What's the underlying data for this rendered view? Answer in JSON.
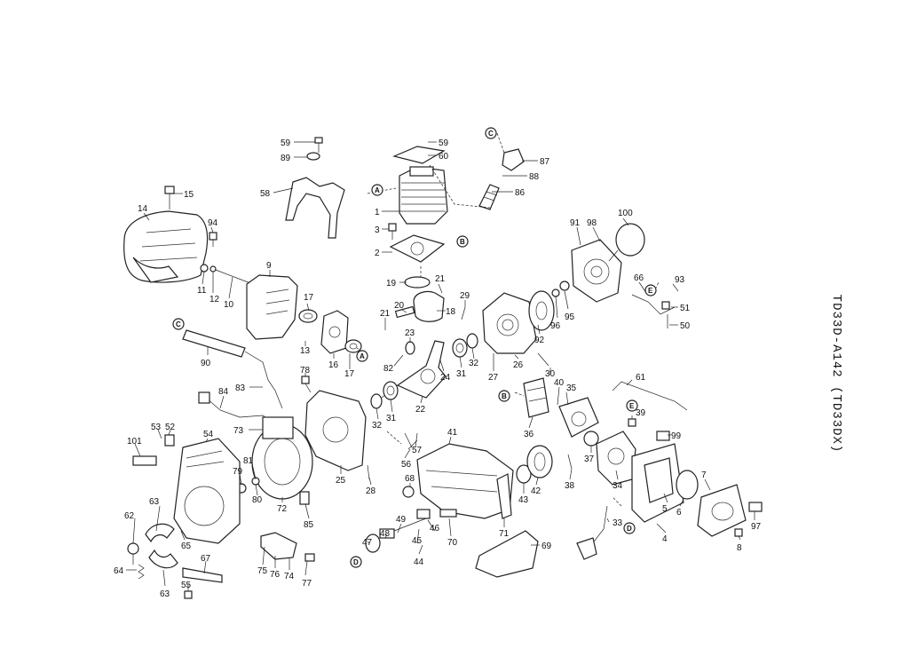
{
  "model_code": "TD33D-A142 (TD33DX)",
  "callouts": [
    "59",
    "89",
    "58",
    "59",
    "60",
    "87",
    "88",
    "86",
    "15",
    "14",
    "94",
    "1",
    "3",
    "2",
    "91",
    "98",
    "100",
    "9",
    "11",
    "12",
    "10",
    "19",
    "21",
    "29",
    "17",
    "20",
    "18",
    "66",
    "93",
    "51",
    "50",
    "21",
    "95",
    "96",
    "92",
    "26",
    "27",
    "23",
    "13",
    "16",
    "17",
    "82",
    "24",
    "31",
    "32",
    "30",
    "90",
    "78",
    "83",
    "84",
    "73",
    "22",
    "31",
    "32",
    "57",
    "56",
    "40",
    "35",
    "61",
    "39",
    "99",
    "53",
    "52",
    "101",
    "54",
    "81",
    "79",
    "80",
    "72",
    "25",
    "28",
    "41",
    "36",
    "37",
    "38",
    "34",
    "5",
    "6",
    "7",
    "4",
    "63",
    "62",
    "65",
    "63",
    "64",
    "67",
    "55",
    "75",
    "76",
    "74",
    "77",
    "85",
    "68",
    "49",
    "48",
    "47",
    "45",
    "44",
    "46",
    "70",
    "71",
    "69",
    "43",
    "42",
    "33",
    "8",
    "97"
  ],
  "reference_letters": [
    "C",
    "A",
    "B",
    "E",
    "C",
    "A",
    "B",
    "E",
    "D",
    "D"
  ]
}
